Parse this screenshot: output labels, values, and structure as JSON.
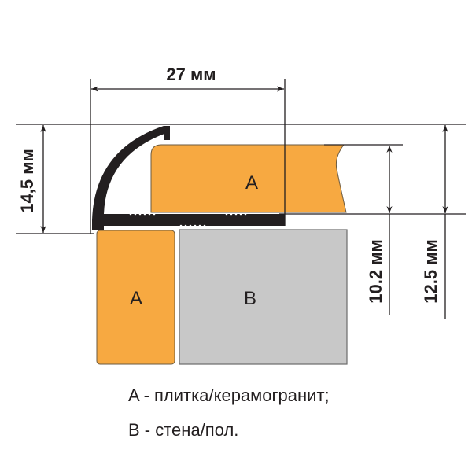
{
  "dimensions": {
    "width": "27 мм",
    "profile_height": "14,5 мм",
    "tile_thickness": "10.2 мм",
    "total_thickness": "12.5 мм"
  },
  "parts": {
    "tile_top_label": "A",
    "tile_side_label": "A",
    "wall_label": "B"
  },
  "legend": [
    "A - плитка/керамогранит;",
    "B - стена/пол."
  ],
  "colors": {
    "tile": "#f7a941",
    "wall": "#c8c8c8",
    "profile": "#231f20",
    "lines": "#231f20"
  }
}
